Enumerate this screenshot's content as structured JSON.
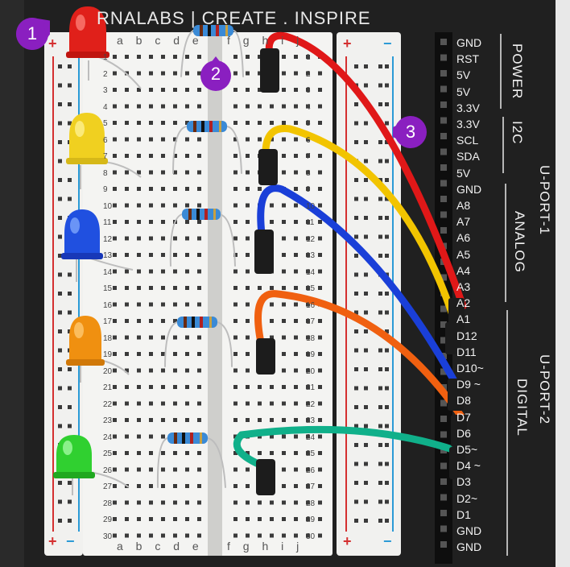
{
  "header": {
    "text": "RNALABS | CREATE . INSPIRE"
  },
  "callouts": [
    "1",
    "2",
    "3"
  ],
  "columns_left": "a b c d e",
  "columns_right": "f g h i j",
  "row_numbers": [
    "1",
    "2",
    "3",
    "4",
    "5",
    "6",
    "7",
    "8",
    "9",
    "10",
    "11",
    "12",
    "13",
    "14",
    "15",
    "16",
    "17",
    "18",
    "19",
    "20",
    "21",
    "22",
    "23",
    "24",
    "25",
    "26",
    "27",
    "28",
    "29",
    "30"
  ],
  "rails": {
    "plus": "+",
    "minus": "−"
  },
  "pins": [
    "GND",
    "RST",
    "5V",
    "5V",
    "3.3V",
    "3.3V",
    "SCL",
    "SDA",
    "5V",
    "GND",
    "A8",
    "A7",
    "A6",
    "A5",
    "A4",
    "A3",
    "A2",
    "A1",
    "D12",
    "D11",
    "D10~",
    "D9 ~",
    "D8",
    "D7",
    "D6",
    "D5~",
    "D4 ~",
    "D3",
    "D2~",
    "D1",
    "GND",
    "GND"
  ],
  "groups": {
    "power": "POWER",
    "i2c": "I2C",
    "uport1": "U-PORT-1",
    "analog": "ANALOG",
    "uport2": "U-PORT-2",
    "digital": "DIGITAL"
  },
  "colors": {
    "callout": "#8a1fc0",
    "red_wire": "#e01818",
    "yellow_wire": "#f2c400",
    "blue_wire": "#1a3fd8",
    "orange_wire": "#f06010",
    "teal_wire": "#10b08a"
  }
}
